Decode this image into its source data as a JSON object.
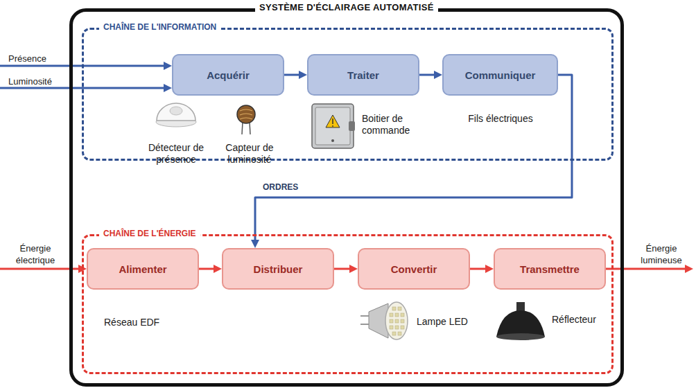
{
  "diagram": {
    "nodes": [
      {
        "text": [
          "SYSTÈME D'ÉCLAIRAGE AUTOMATISÉ"
        ]
      },
      {
        "text": [
          "CHAÎNE DE L'INFORMATION"
        ],
        "in": 0
      },
      {
        "text": [
          "Acquérir"
        ],
        "in": 1
      },
      {
        "text": [
          "Traiter"
        ],
        "in": 1
      },
      {
        "text": [
          "Communiquer"
        ],
        "in": 1
      },
      {
        "text": [
          "CHAÎNE DE L'ÉNERGIE"
        ],
        "in": 0
      },
      {
        "text": [
          "Alimenter"
        ],
        "in": 5
      },
      {
        "text": [
          "Distribuer"
        ],
        "in": 5
      },
      {
        "text": [
          "Convertir"
        ],
        "in": 5
      },
      {
        "text": [
          "Transmettre"
        ],
        "in": 5
      }
    ],
    "edges": [
      {
        "from": 2,
        "to": 3,
        "arrow": "to"
      },
      {
        "from": 3,
        "to": 4,
        "arrow": "to"
      },
      {
        "from": 4,
        "to": 7,
        "label": "ORDRES",
        "arrow": "to"
      },
      {
        "from": 6,
        "to": 7,
        "arrow": "to"
      },
      {
        "from": 7,
        "to": 8,
        "arrow": "to"
      },
      {
        "from": 8,
        "to": 9,
        "arrow": "to"
      }
    ],
    "labels": [
      "Présence",
      "Luminosité",
      "Énergie électrique",
      "Énergie lumineuse",
      "Détecteur de présence",
      "Capteur de luminosité",
      "Boitier de commande",
      "Fils électriques",
      "Réseau EDF",
      "Lampe LED",
      "Réflecteur"
    ]
  }
}
